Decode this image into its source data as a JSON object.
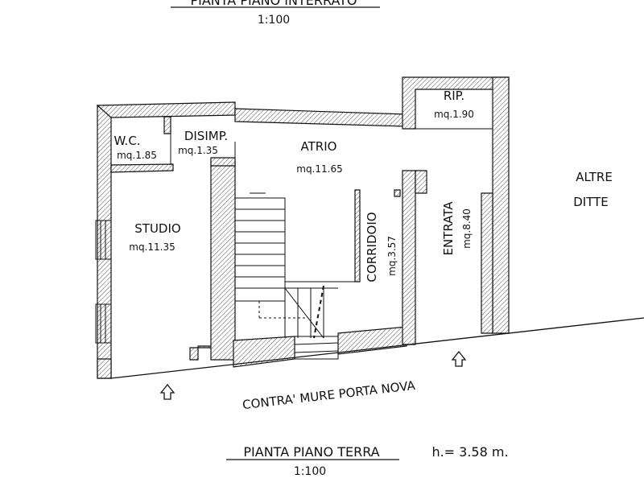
{
  "top_title": "PIANTA PIANO INTERRATO",
  "top_scale": "1:100",
  "rooms": {
    "wc": {
      "name": "W.C.",
      "area": "mq.1.85"
    },
    "disimp": {
      "name": "DISIMP.",
      "area": "mq.1.35"
    },
    "atrio": {
      "name": "ATRIO",
      "area": "mq.11.65"
    },
    "rip": {
      "name": "RIP.",
      "area": "mq.1.90"
    },
    "studio": {
      "name": "STUDIO",
      "area": "mq.11.35"
    },
    "corridoio": {
      "name": "CORRIDOIO",
      "area": "mq.3.57"
    },
    "entrata": {
      "name": "ENTRATA",
      "area": "mq.8.40"
    }
  },
  "neighbor": {
    "line1": "ALTRE",
    "line2": "DITTE"
  },
  "street": "CONTRA' MURE PORTA NOVA",
  "bottom_title": "PIANTA PIANO TERRA",
  "height_note": "h.= 3.58 m.",
  "bottom_scale": "1:100",
  "icons": [
    "entrance-arrow-icon",
    "entrance-arrow-icon"
  ]
}
